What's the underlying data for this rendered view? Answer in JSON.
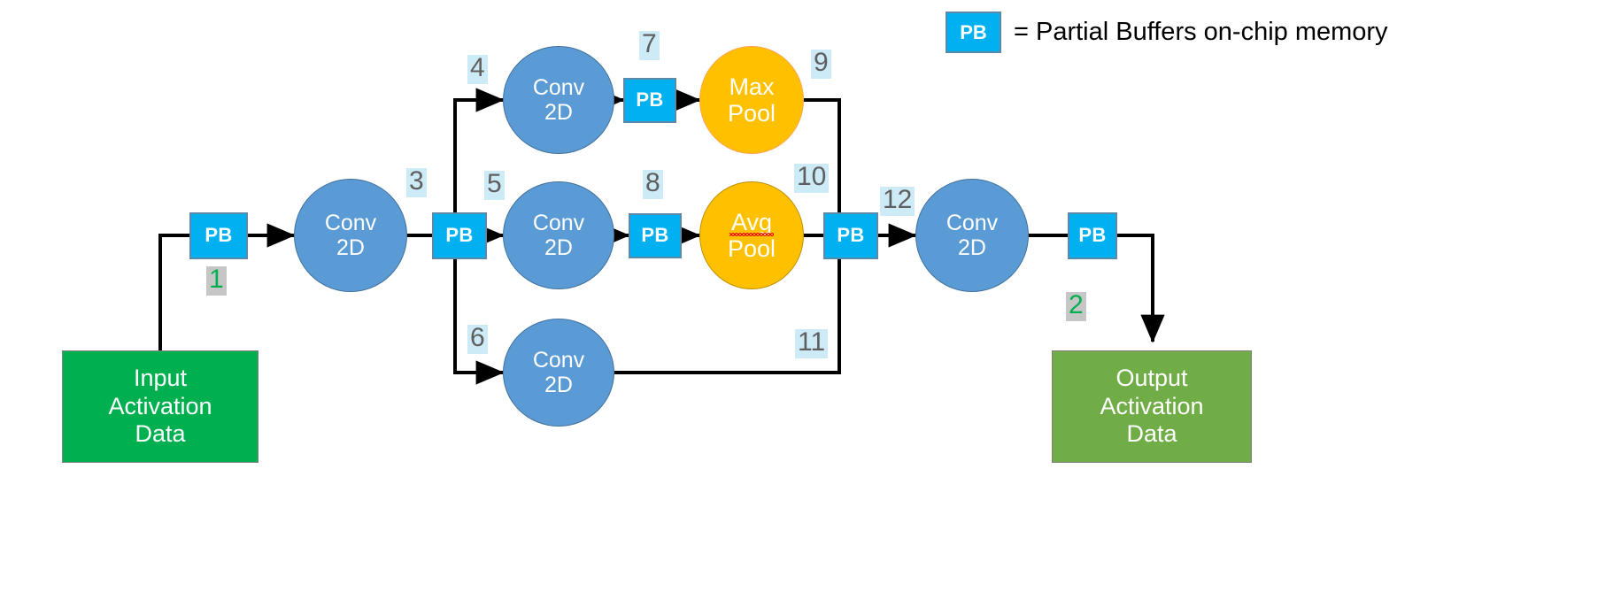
{
  "legend": {
    "badge": "PB",
    "text": "= Partial Buffers on-chip memory"
  },
  "nodes": {
    "input_block": {
      "line1": "Input",
      "line2": "Activation",
      "line3": "Data"
    },
    "output_block": {
      "line1": "Output",
      "line2": "Activation",
      "line3": "Data"
    },
    "pb_label": "PB",
    "conv_line1": "Conv",
    "conv_line2": "2D",
    "maxpool_line1": "Max",
    "maxpool_line2": "Pool",
    "avgpool_line1": "Avg",
    "avgpool_line2": "Pool"
  },
  "edge_labels": {
    "l1": "1",
    "l2": "2",
    "l3": "3",
    "l4": "4",
    "l5": "5",
    "l6": "6",
    "l7": "7",
    "l8": "8",
    "l9": "9",
    "l10": "10",
    "l11": "11",
    "l12": "12"
  },
  "colors": {
    "pb_fill": "#00b0f0",
    "conv_fill": "#5b9bd5",
    "pool_fill": "#ffc000",
    "input_fill": "#00b050",
    "output_fill": "#70ad47",
    "edge_label_bg": "#cdeaf7",
    "edge_label_fg": "#5f5f5f",
    "green_label_fg": "#00b050",
    "green_label_bg": "#c6c6c6",
    "line": "#000000"
  }
}
